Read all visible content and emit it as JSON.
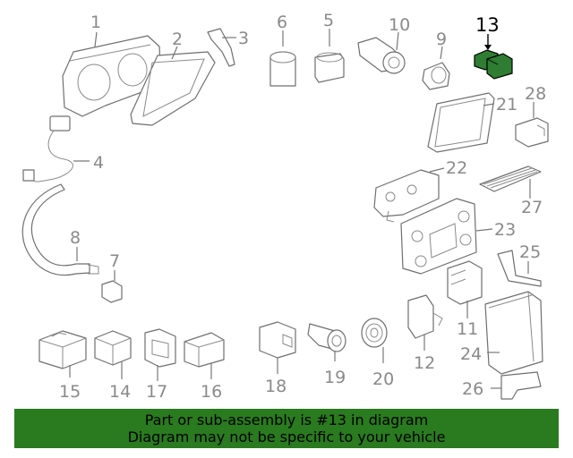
{
  "labels": {
    "p1": "1",
    "p2": "2",
    "p3": "3",
    "p4": "4",
    "p5": "5",
    "p6": "6",
    "p7": "7",
    "p8": "8",
    "p9": "9",
    "p10": "10",
    "p11": "11",
    "p12": "12",
    "p13": "13",
    "p14": "14",
    "p15": "15",
    "p16": "16",
    "p17": "17",
    "p18": "18",
    "p19": "19",
    "p20": "20",
    "p21": "21",
    "p22": "22",
    "p23": "23",
    "p24": "24",
    "p25": "25",
    "p26": "26",
    "p27": "27",
    "p28": "28"
  },
  "highlight": {
    "part": "13",
    "color": "#2e7d32"
  },
  "banner": {
    "line1": "Part or sub-assembly is #13 in diagram",
    "line2": "Diagram may not be specific to your vehicle",
    "color": "#2a7a1f"
  }
}
